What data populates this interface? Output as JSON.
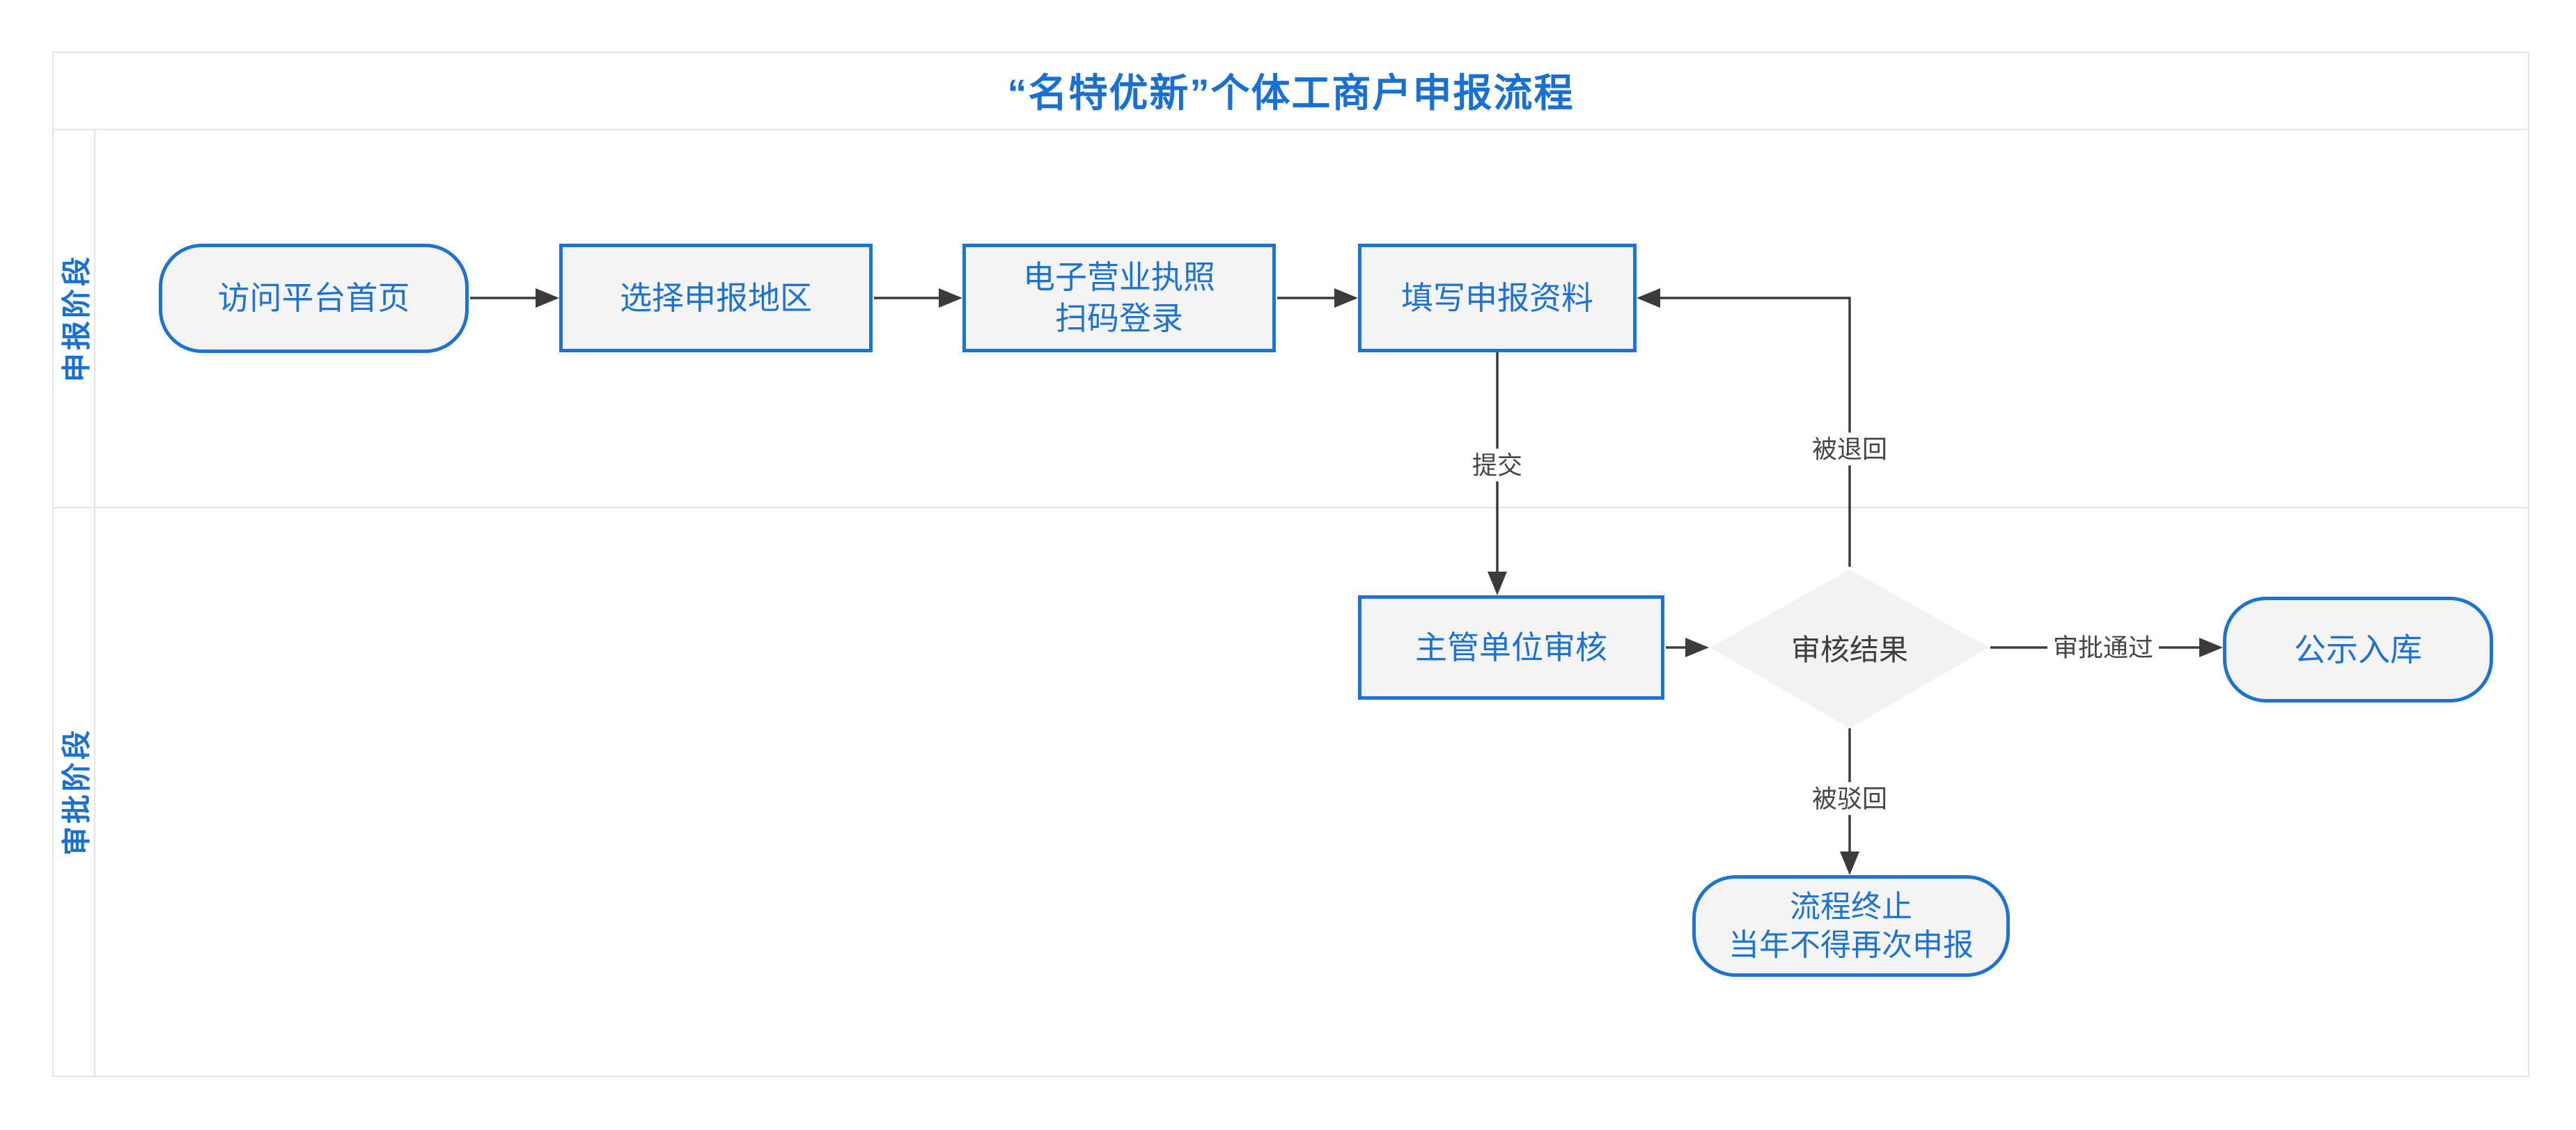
{
  "title": "“名特优新”个体工商户申报流程",
  "lanes": [
    {
      "id": "declare",
      "label": "申报阶段"
    },
    {
      "id": "approve",
      "label": "审批阶段"
    }
  ],
  "nodes": {
    "visit": {
      "label": "访问平台首页",
      "shape": "stadium"
    },
    "region": {
      "label": "选择申报地区",
      "shape": "rect"
    },
    "license": {
      "line1": "电子营业执照",
      "line2": "扫码登录",
      "shape": "rect"
    },
    "fill": {
      "label": "填写申报资料",
      "shape": "rect"
    },
    "review": {
      "label": "主管单位审核",
      "shape": "rect"
    },
    "decision": {
      "label": "审核结果",
      "shape": "diamond"
    },
    "publish": {
      "label": "公示入库",
      "shape": "stadium"
    },
    "terminate": {
      "line1": "流程终止",
      "line2": "当年不得再次申报",
      "shape": "stadium"
    }
  },
  "edge_labels": {
    "submit": "提交",
    "returned": "被退回",
    "approved": "审批通过",
    "rejected": "被驳回"
  },
  "colors": {
    "accent_blue": "#1e72d0",
    "title_blue": "#1a70d2",
    "node_fill": "#f4f4f5",
    "diamond_fill": "#f2f2f2",
    "arrow": "#3b3b3b",
    "frame_border": "#e4e4e4",
    "edge_label_text": "#454545",
    "decision_text": "#3e3e3e"
  }
}
